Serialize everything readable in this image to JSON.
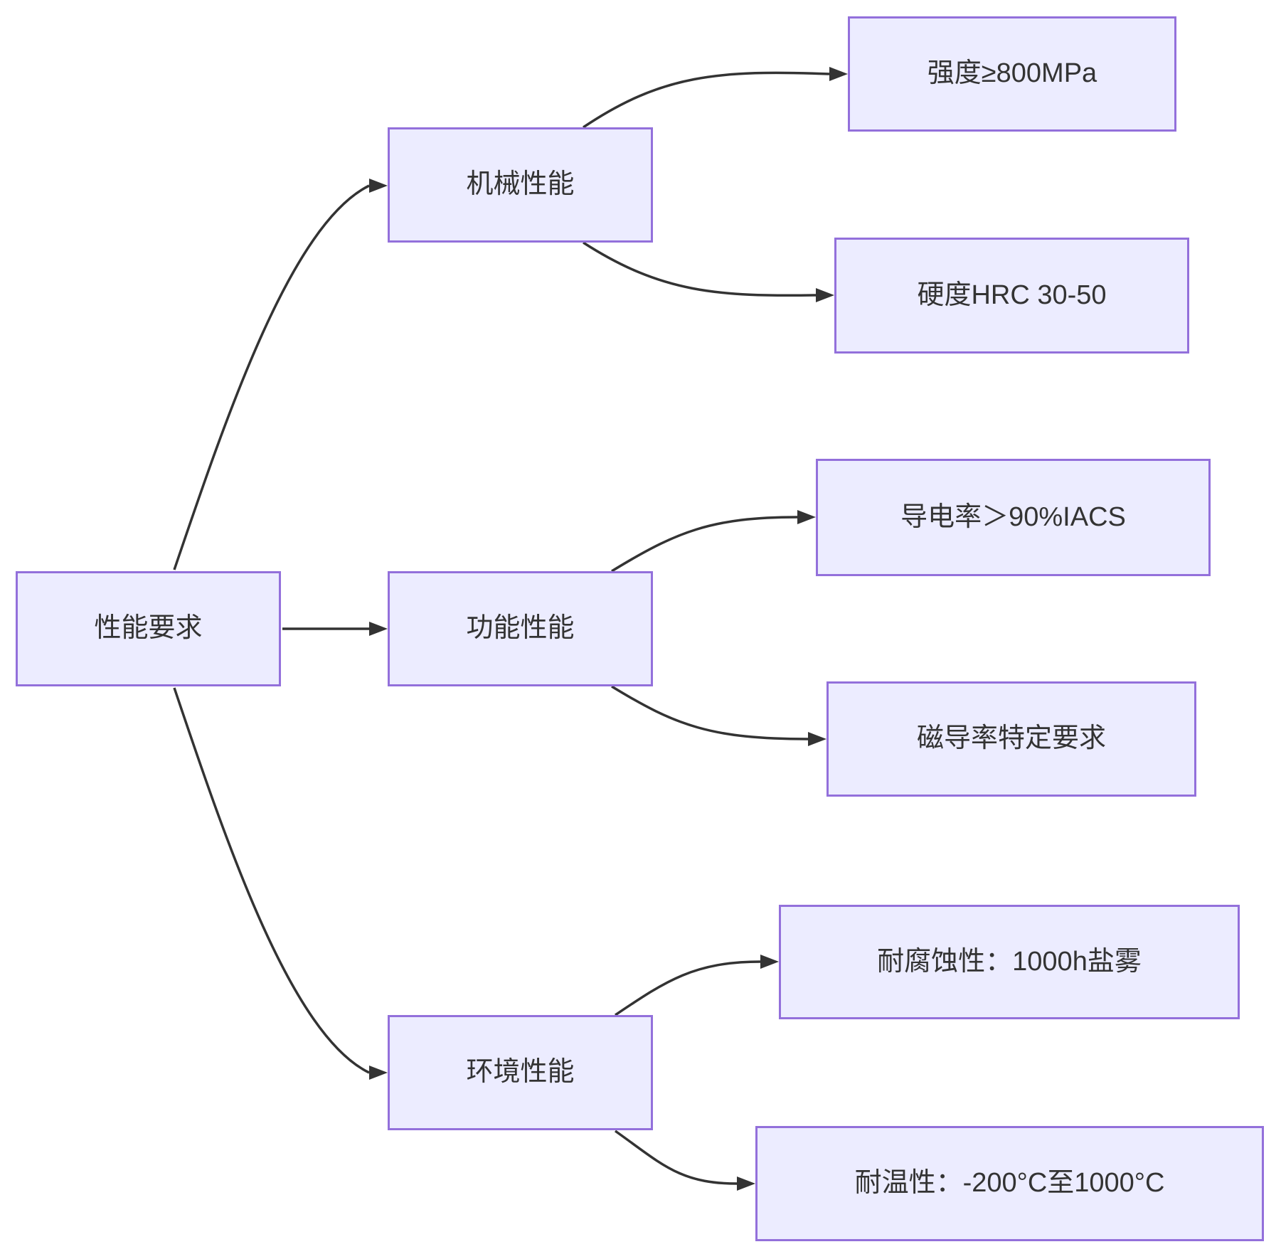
{
  "diagram": {
    "type": "flowchart-left-to-right",
    "root": {
      "label": "性能要求"
    },
    "branches": [
      {
        "label": "机械性能",
        "children": [
          {
            "label": "强度≥800MPa"
          },
          {
            "label": "硬度HRC 30-50"
          }
        ]
      },
      {
        "label": "功能性能",
        "children": [
          {
            "label": "导电率＞90%IACS"
          },
          {
            "label": "磁导率特定要求"
          }
        ]
      },
      {
        "label": "环境性能",
        "children": [
          {
            "label": "耐腐蚀性：1000h盐雾"
          },
          {
            "label": "耐温性：-200°C至1000°C"
          }
        ]
      }
    ],
    "colors": {
      "node_fill": "#ECECFF",
      "node_border": "#9370DB",
      "edge": "#333333",
      "text": "#333333",
      "background": "#FFFFFF"
    }
  }
}
